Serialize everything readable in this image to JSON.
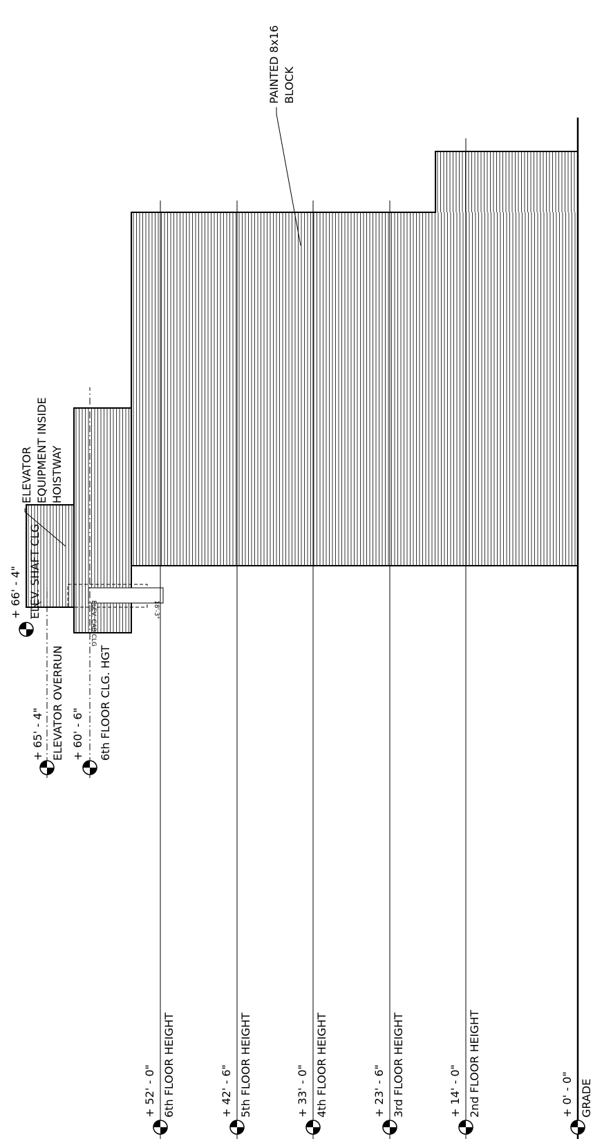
{
  "levels": [
    {
      "id": "6th-floor",
      "elevation": "+ 52' - 0\"",
      "name": "6th FLOOR HEIGHT"
    },
    {
      "id": "5th-floor",
      "elevation": "+ 42' - 6\"",
      "name": "5th FLOOR HEIGHT"
    },
    {
      "id": "4th-floor",
      "elevation": "+ 33' - 0\"",
      "name": "4th FLOOR HEIGHT"
    },
    {
      "id": "3rd-floor",
      "elevation": "+ 23' - 6\"",
      "name": "3rd FLOOR HEIGHT"
    },
    {
      "id": "2nd-floor",
      "elevation": "+ 14' - 0\"",
      "name": "2nd FLOOR HEIGHT"
    },
    {
      "id": "grade",
      "elevation": "+ 0' - 0\"",
      "name": "GRADE"
    }
  ],
  "upper_levels": [
    {
      "id": "elevator-overrun",
      "elevation": "+ 65' - 4\"",
      "name": "ELEVATOR OVERRUN"
    },
    {
      "id": "ceiling-height",
      "elevation": "+ 60' - 6\"",
      "name": "6th FLOOR CLG. HGT"
    },
    {
      "id": "shaft-ceiling",
      "elevation": "+ 66' - 4\"",
      "name": "ELEV. SHAFT CLG"
    }
  ],
  "notes": {
    "elevator_line1": "ELEVATOR",
    "elevator_line2": "EQUIPMENT INSIDE",
    "elevator_line3": "HOISTWAY",
    "block_line1": "PAINTED 8x16",
    "block_line2": "BLOCK",
    "cab_label": "ELEV. CAB CLG",
    "cab_dim": "18'-3\""
  },
  "colors": {
    "line": "#000000",
    "paper": "#ffffff"
  }
}
